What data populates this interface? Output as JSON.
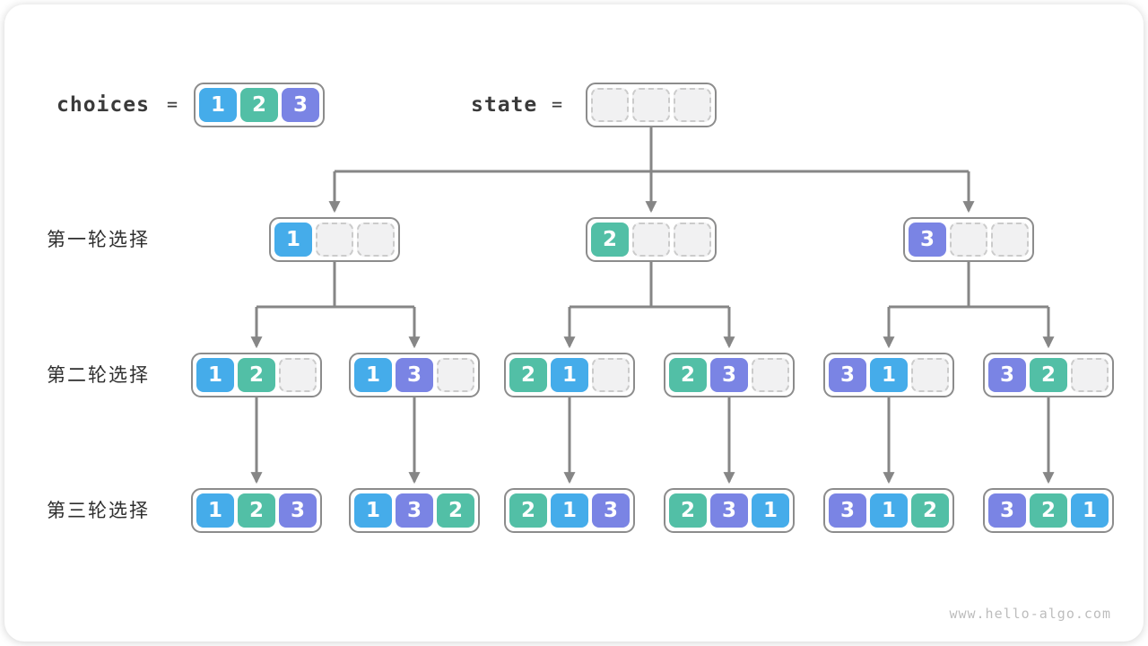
{
  "figure": {
    "source": "permutation-tree-diagram",
    "watermark": "www.hello-algo.com"
  },
  "colors": {
    "cell_1_blue": "#45acea",
    "cell_2_teal": "#52bfa6",
    "cell_3_purple": "#7a84e4",
    "empty_cell_fill": "#f1f1f2",
    "empty_cell_dash": "#cbcbcb",
    "node_border_gray": "#8c8c8c",
    "connector_gray": "#868686",
    "label_dark": "#2e2e2e",
    "watermark_gray": "#bdbdbd"
  },
  "header": {
    "choices_label": "choices",
    "choices_equals": "=",
    "choices_cells": [
      "1",
      "2",
      "3"
    ],
    "state_label": "state",
    "state_equals": "=",
    "state_cells": [
      "",
      "",
      ""
    ]
  },
  "rows": [
    {
      "label": "第一轮选择",
      "nodes": [
        {
          "cells": [
            "1",
            "",
            ""
          ]
        },
        {
          "cells": [
            "2",
            "",
            ""
          ]
        },
        {
          "cells": [
            "3",
            "",
            ""
          ]
        }
      ]
    },
    {
      "label": "第二轮选择",
      "nodes": [
        {
          "cells": [
            "1",
            "2",
            ""
          ]
        },
        {
          "cells": [
            "1",
            "3",
            ""
          ]
        },
        {
          "cells": [
            "2",
            "1",
            ""
          ]
        },
        {
          "cells": [
            "2",
            "3",
            ""
          ]
        },
        {
          "cells": [
            "3",
            "1",
            ""
          ]
        },
        {
          "cells": [
            "3",
            "2",
            ""
          ]
        }
      ]
    },
    {
      "label": "第三轮选择",
      "nodes": [
        {
          "cells": [
            "1",
            "2",
            "3"
          ]
        },
        {
          "cells": [
            "1",
            "3",
            "2"
          ]
        },
        {
          "cells": [
            "2",
            "1",
            "3"
          ]
        },
        {
          "cells": [
            "2",
            "3",
            "1"
          ]
        },
        {
          "cells": [
            "3",
            "1",
            "2"
          ]
        },
        {
          "cells": [
            "3",
            "2",
            "1"
          ]
        }
      ]
    }
  ]
}
